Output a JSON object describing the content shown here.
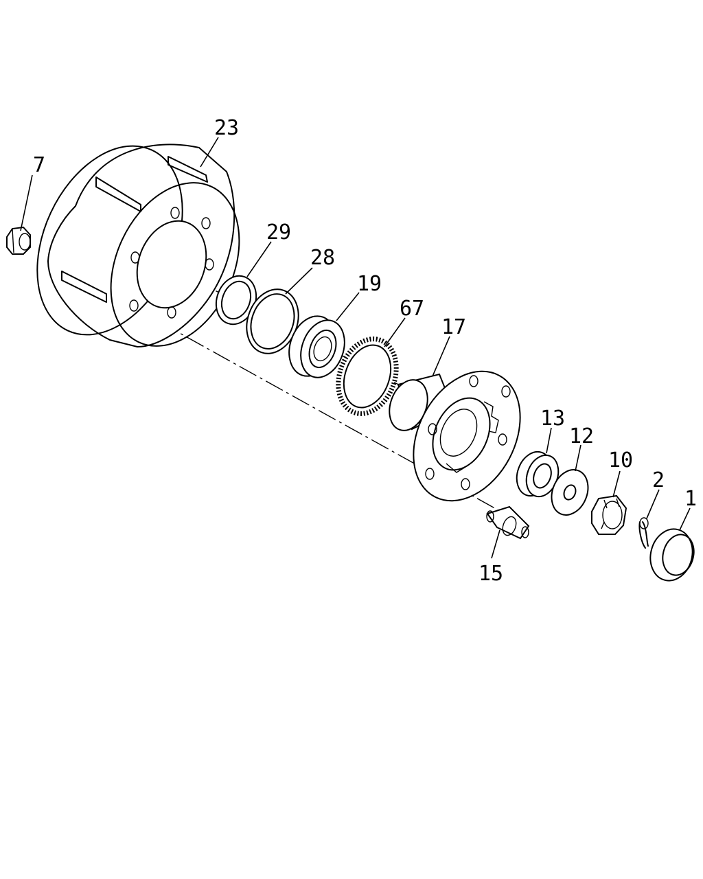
{
  "diagram": {
    "callouts": {
      "p23": "23",
      "p7": "7",
      "p29": "29",
      "p28": "28",
      "p19": "19",
      "p67": "67",
      "p17": "17",
      "p13": "13",
      "p12": "12",
      "p10": "10",
      "p2": "2",
      "p1": "1",
      "p15": "15"
    }
  }
}
